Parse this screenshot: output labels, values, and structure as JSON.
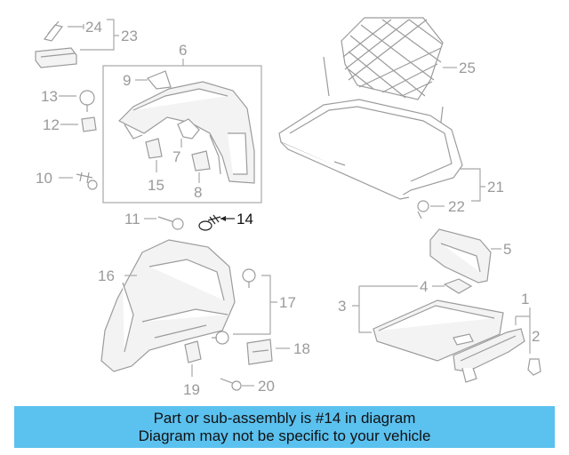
{
  "callouts": {
    "n1": "1",
    "n2": "2",
    "n3": "3",
    "n4": "4",
    "n5": "5",
    "n6": "6",
    "n7": "7",
    "n8": "8",
    "n9": "9",
    "n10": "10",
    "n11": "11",
    "n12": "12",
    "n13": "13",
    "n14": "14",
    "n15": "15",
    "n16": "16",
    "n17": "17",
    "n18": "18",
    "n19": "19",
    "n20": "20",
    "n21": "21",
    "n22": "22",
    "n23": "23",
    "n24": "24",
    "n25": "25"
  },
  "highlighted_part": "14",
  "banner": {
    "line1": "Part or sub-assembly is #14 in diagram",
    "line2": "Diagram may not be specific to your vehicle"
  },
  "colors": {
    "banner_background": "#5bc1ef",
    "highlight_text": "#111111",
    "callout_text": "#9a9a9a"
  }
}
